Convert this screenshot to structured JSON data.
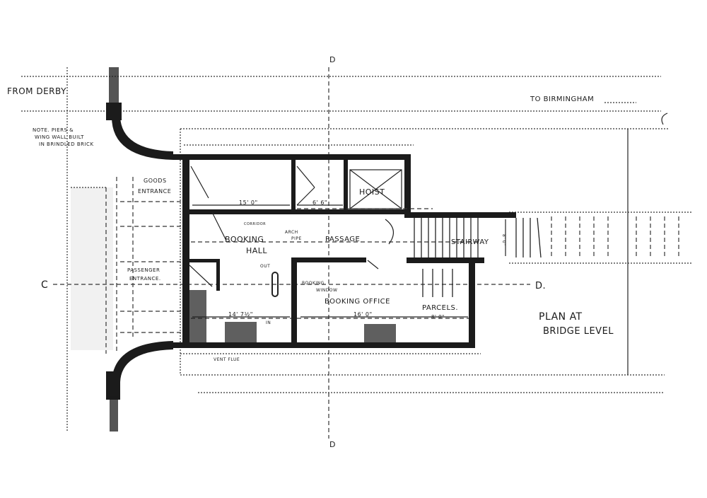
{
  "drawing": {
    "title_line1": "PLAN AT",
    "title_line2": "BRIDGE LEVEL",
    "directions": {
      "left": "FROM DERBY",
      "right": "TO BIRMINGHAM"
    },
    "section_marks": {
      "top": "D",
      "bottom": "D",
      "left": "C",
      "right": "D."
    },
    "note": [
      "NOTE. PIERS &",
      "WING WALL BUILT",
      "IN BRINDLED BRICK"
    ],
    "rooms": {
      "goods_entrance": [
        "GOODS",
        "ENTRANCE"
      ],
      "passenger_entrance": [
        "PASSENGER",
        "ENTRANCE."
      ],
      "booking_hall": [
        "BOOKING",
        "HALL"
      ],
      "corridor": "CORRIDOR",
      "arch_pipe": [
        "ARCH",
        "PIPE"
      ],
      "passage": "PASSAGE",
      "hoist": "HOIST",
      "stairway": "STAIRWAY",
      "booking_window": [
        "BOOKING",
        "WINDOW"
      ],
      "booking_office": "BOOKING OFFICE",
      "parcels": "PARCELS.",
      "vent_flue": "VENT FLUE",
      "in": "IN",
      "out": "OUT"
    },
    "dimensions": {
      "hall_upper": "15' 0\"",
      "small_room": "6' 6\"",
      "hall_lower": "14' 7½\"",
      "booking_office": "16' 0\"",
      "parcels": "8' 0\"",
      "stair": "8' 0\""
    },
    "colors": {
      "ink": "#1b1b1b",
      "paper": "#ffffff"
    }
  }
}
